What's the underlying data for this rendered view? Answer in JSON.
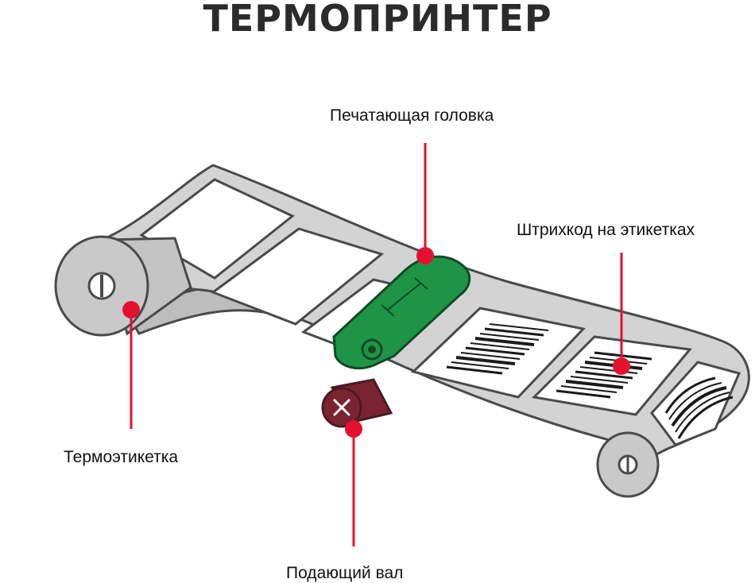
{
  "title": "ТЕРМОПРИНТЕР",
  "labels": {
    "print_head": "Печатающая головка",
    "barcode": "Штрихкод на этикетках",
    "thermal_label": "Термоэтикетка",
    "feed_roller": "Подающий вал"
  },
  "colors": {
    "accent_red": "#e3112d",
    "print_head_green": "#1f9447",
    "feed_roller_maroon": "#7a2431",
    "tape_gray": "#cfcfcf",
    "outline": "#4a4a4a"
  }
}
